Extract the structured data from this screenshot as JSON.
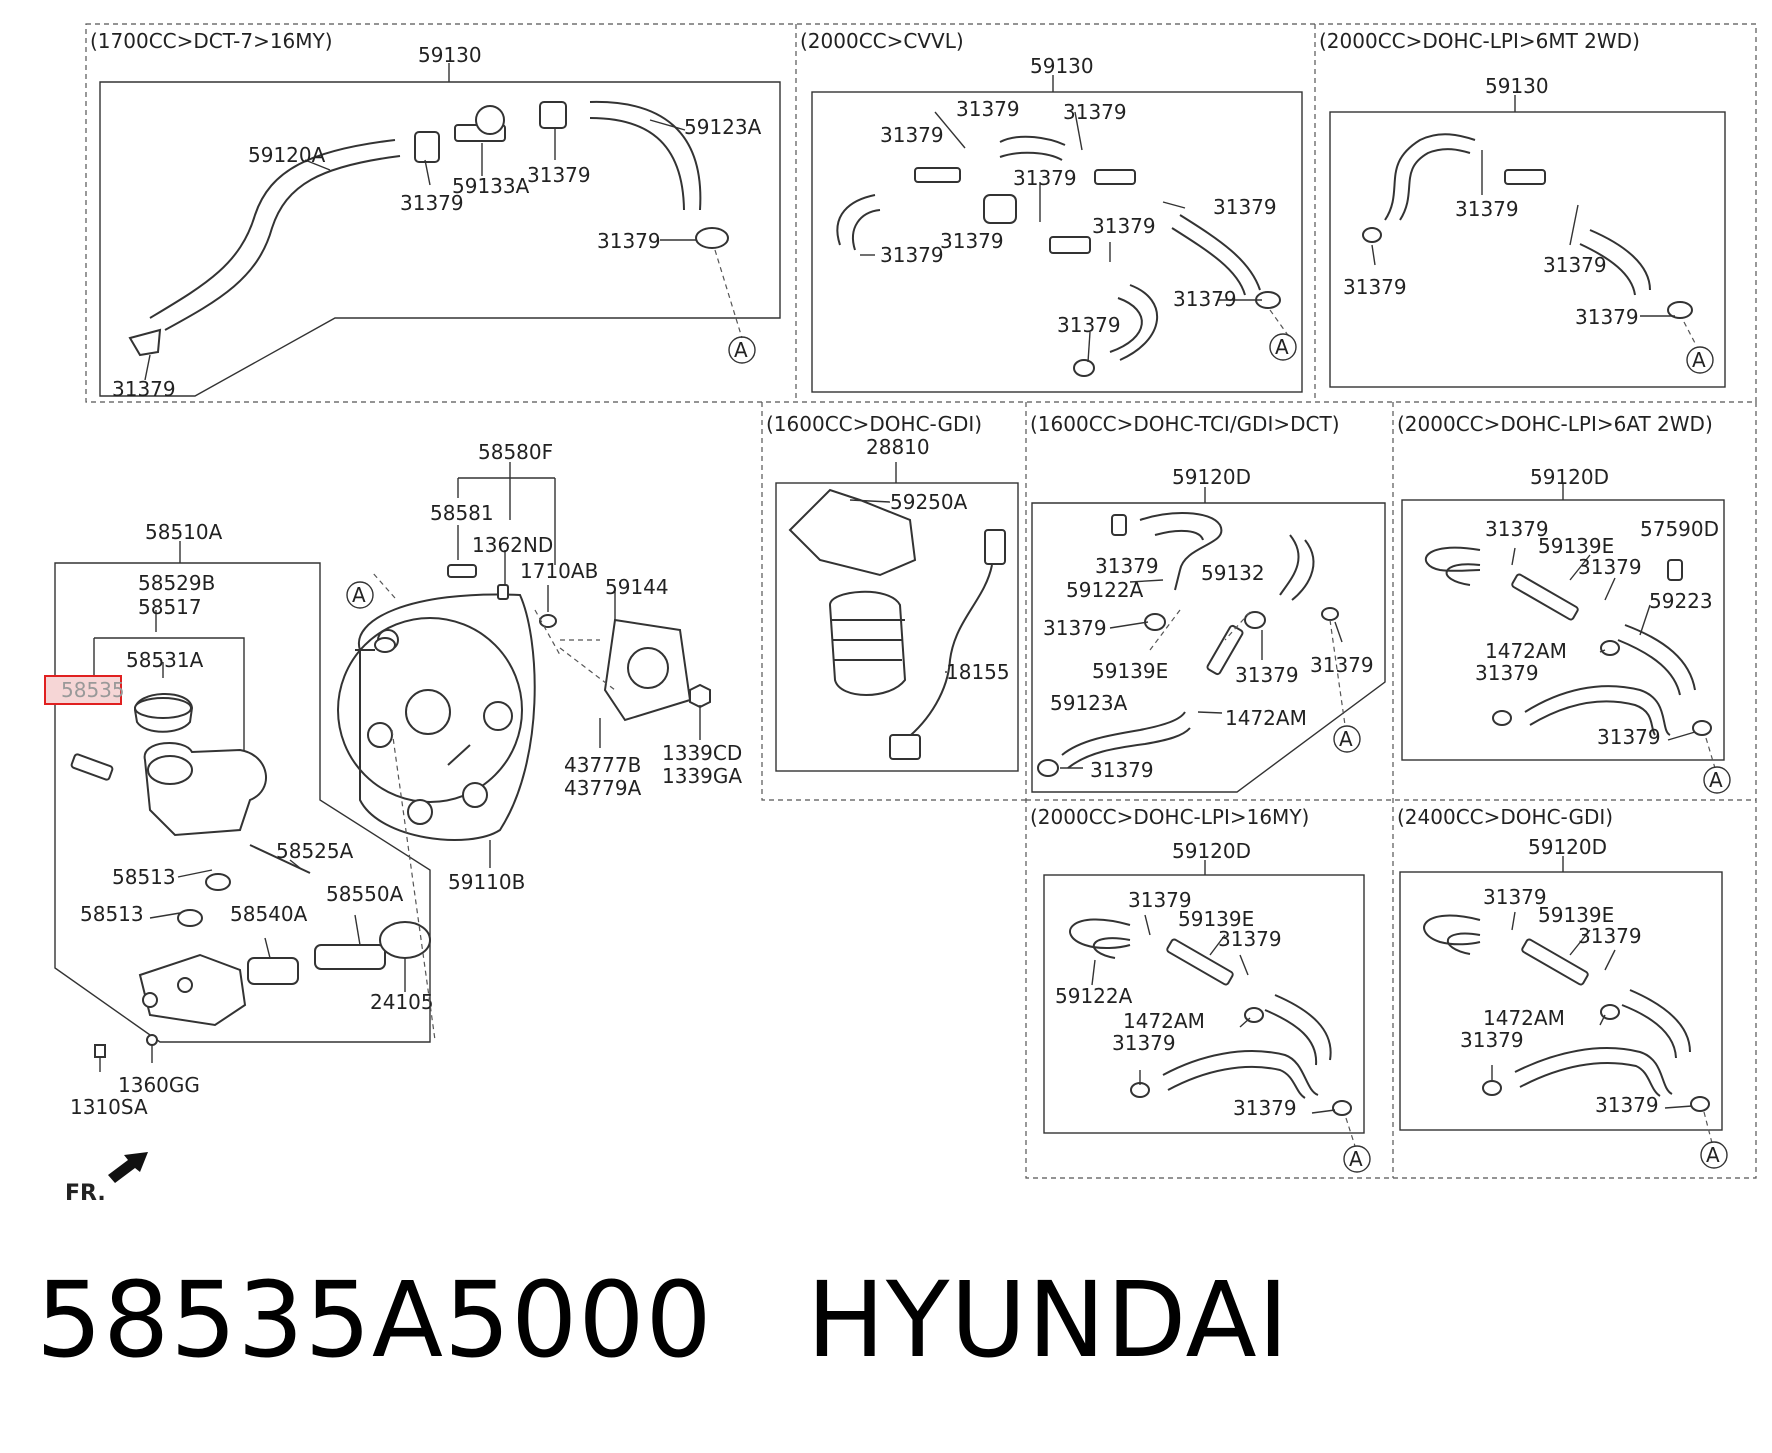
{
  "sections": {
    "s1": "(1700CC>DCT-7>16MY)",
    "s2": "(2000CC>CVVL)",
    "s3": "(2000CC>DOHC-LPI>6MT 2WD)",
    "s4": "(1600CC>DOHC-GDI)",
    "s5": "(1600CC>DOHC-TCI/GDI>DCT)",
    "s6": "(2000CC>DOHC-LPI>6AT 2WD)",
    "s7": "(2000CC>DOHC-LPI>16MY)",
    "s8": "(2400CC>DOHC-GDI)"
  },
  "callouts": {
    "c59130": "59130",
    "c59120A": "59120A",
    "c59123A": "59123A",
    "c59133A": "59133A",
    "c31379": "31379",
    "circleA": "A",
    "c28810": "28810",
    "c59250A": "59250A",
    "c18155": "18155",
    "c59120D": "59120D",
    "c59122A": "59122A",
    "c59132": "59132",
    "c59139E": "59139E",
    "c1472AM": "1472AM",
    "c57590D": "57590D",
    "c59223": "59223",
    "c58580F": "58580F",
    "c58581": "58581",
    "c1362ND": "1362ND",
    "c1710AB": "1710AB",
    "c59144": "59144",
    "c43777B": "43777B",
    "c43779A": "43779A",
    "c1339CD": "1339CD",
    "c1339GA": "1339GA",
    "c59110B": "59110B",
    "c58510A": "58510A",
    "c58529B": "58529B",
    "c58517": "58517",
    "c58531A": "58531A",
    "c58535": "58535",
    "c58525A": "58525A",
    "c58513": "58513",
    "c58540A": "58540A",
    "c58550A": "58550A",
    "c24105": "24105",
    "c1360GG": "1360GG",
    "c1310SA": "1310SA",
    "fr": "FR."
  },
  "caption": {
    "part_number": "58535A5000",
    "brand": "HYUNDAI"
  }
}
